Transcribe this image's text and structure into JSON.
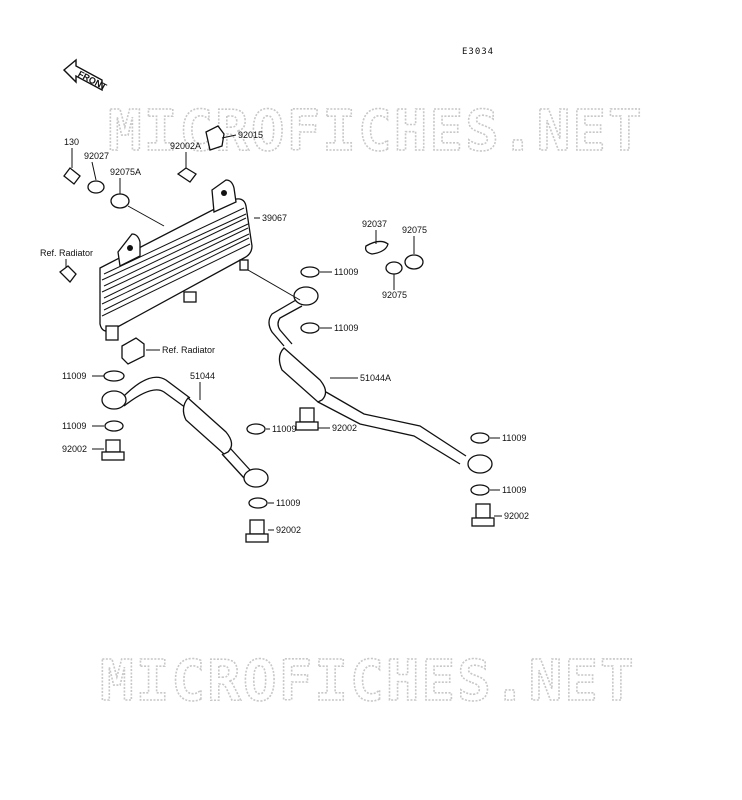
{
  "diagram": {
    "code": "E3034",
    "front_label": "FRONT",
    "watermark_top": "MICROFICHES.NET",
    "watermark_bottom": "MICROFICHES.NET",
    "labels": {
      "p130": "130",
      "p92027": "92027",
      "p92002A": "92002A",
      "p92015": "92015",
      "p92075A": "92075A",
      "p39067": "39067",
      "p92037": "92037",
      "p92075a": "92075",
      "p92075b": "92075",
      "ref_radiator_top": "Ref. Radiator",
      "p11009_a": "11009",
      "p11009_b": "11009",
      "ref_radiator_mid": "Ref. Radiator",
      "p11009_c": "11009",
      "p51044": "51044",
      "p51044A": "51044A",
      "p11009_d": "11009",
      "p11009_e": "11009",
      "p92002_a": "92002",
      "p92002_b": "92002",
      "p11009_f": "11009",
      "p11009_g": "11009",
      "p92002_c": "92002",
      "p11009_h": "11009",
      "p92002_d": "92002"
    }
  }
}
